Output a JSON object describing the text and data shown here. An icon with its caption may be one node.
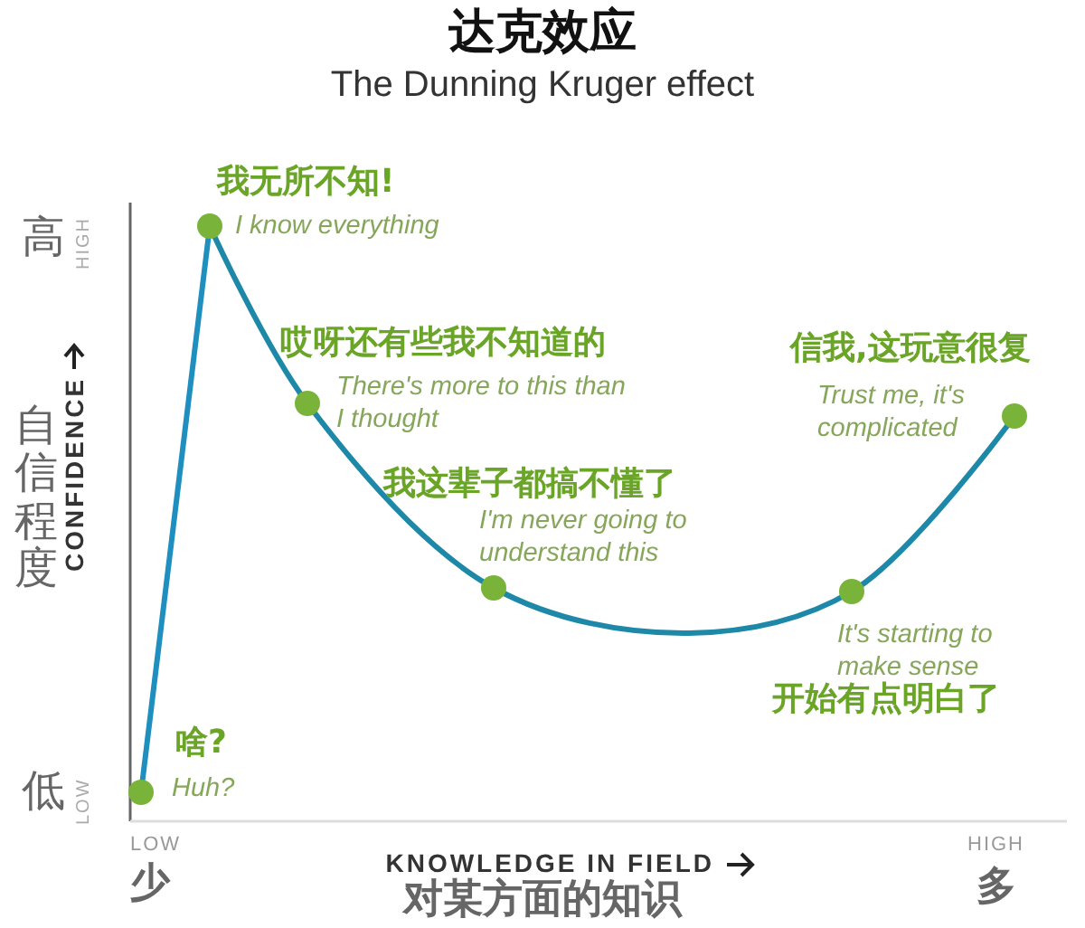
{
  "diagram": {
    "title": "达克效应",
    "labels": [
      "The Dunning Kruger effect",
      "高",
      "HIGH",
      "自信程度",
      "CONFIDENCE",
      "低",
      "LOW",
      "我无所不知!",
      "I know everything",
      "哎呀还有些我不知道的",
      "There's more to this than I thought",
      "我这辈子都搞不懂了",
      "I'm never going to understand this",
      "信我,这玩意很复",
      "Trust me, it's complicated",
      "It's starting to make sense",
      "开始有点明白了",
      "啥?",
      "Huh?",
      "LOW",
      "少",
      "KNOWLEDGE IN FIELD",
      "对某方面的知识",
      "HIGH",
      "多"
    ]
  }
}
